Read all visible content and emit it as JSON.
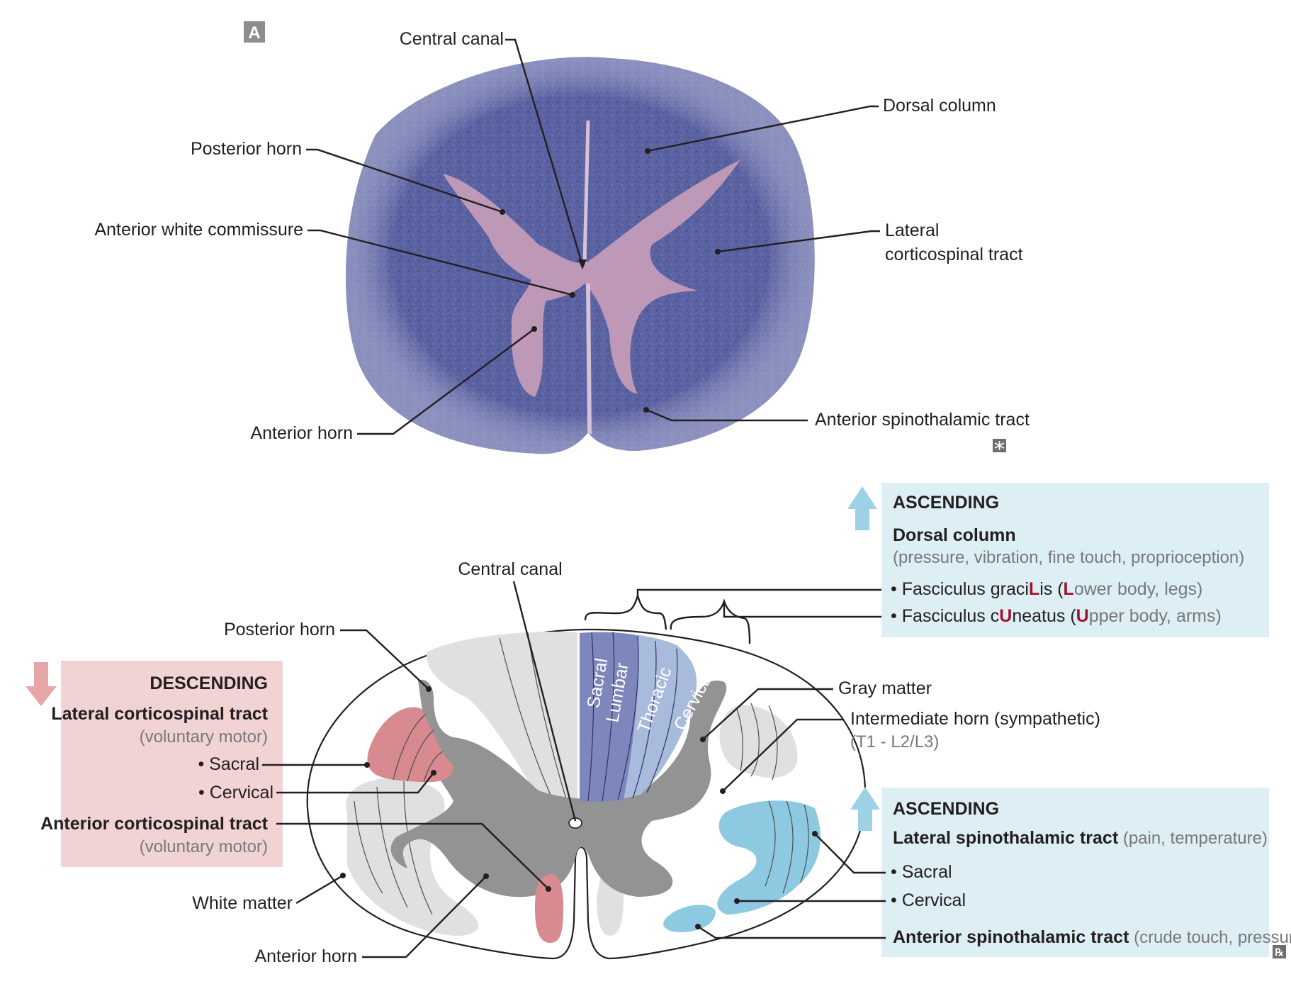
{
  "panel_badge": "A",
  "photo": {
    "labels": {
      "central_canal": "Central canal",
      "dorsal_column": "Dorsal column",
      "posterior_horn": "Posterior horn",
      "anterior_white_commissure": "Anterior white commissure",
      "lateral_cst_1": "Lateral",
      "lateral_cst_2": "corticospinal tract",
      "anterior_horn": "Anterior horn",
      "anterior_stt": "Anterior spinothalamic tract"
    },
    "tissue_color": "#58609f",
    "gray_matter_color": "#c39ab7"
  },
  "diagram": {
    "labels": {
      "central_canal": "Central canal",
      "posterior_horn": "Posterior horn",
      "gray_matter": "Gray matter",
      "intermediate_horn": "Intermediate horn (sympathetic)",
      "intermediate_horn_levels": "(T1 - L2/L3)",
      "white_matter": "White matter",
      "anterior_horn": "Anterior horn"
    },
    "dorsal_segments": [
      "Sacral",
      "Lumbar",
      "Thoracic",
      "Cervical"
    ],
    "colors": {
      "gray_matter": "#939393",
      "white_tracts": "#dfe0df",
      "descending": "#d78a90",
      "dorsal_column_dark": "#7d87bb",
      "dorsal_column_light": "#a9bbdc",
      "spinothalamic": "#8ec9e2"
    }
  },
  "descending_box": {
    "heading": "DESCENDING",
    "lateral_cst": "Lateral corticospinal tract",
    "lateral_cst_note": "(voluntary motor)",
    "sacral": "• Sacral",
    "cervical": "• Cervical",
    "anterior_cst": "Anterior corticospinal tract",
    "anterior_cst_note": "(voluntary motor)",
    "bg": "#f2d3d4",
    "arrow_color": "#e6a6a8"
  },
  "ascending_dorsal_box": {
    "heading": "ASCENDING",
    "title": "Dorsal column",
    "note": "(pressure, vibration, fine touch, proprioception)",
    "gracilis": {
      "pre": "• Fasciculus graci",
      "hl": "L",
      "mid": "is (",
      "hl2": "L",
      "post": "ower body, legs)"
    },
    "cuneatus": {
      "pre": "• Fasciculus c",
      "hl": "U",
      "mid": "neatus (",
      "hl2": "U",
      "post": "pper body, arms)"
    },
    "bg": "#ddeef5",
    "arrow_color": "#9fd1e6"
  },
  "ascending_st_box": {
    "heading": "ASCENDING",
    "lateral_stt": "Lateral spinothalamic tract",
    "lateral_stt_note": " (pain, temperature)",
    "sacral": "• Sacral",
    "cervical": "• Cervical",
    "anterior_stt": "Anterior spinothalamic tract",
    "anterior_stt_note": " (crude touch, pressure)",
    "bg": "#ddeef5",
    "arrow_color": "#9fd1e6"
  }
}
